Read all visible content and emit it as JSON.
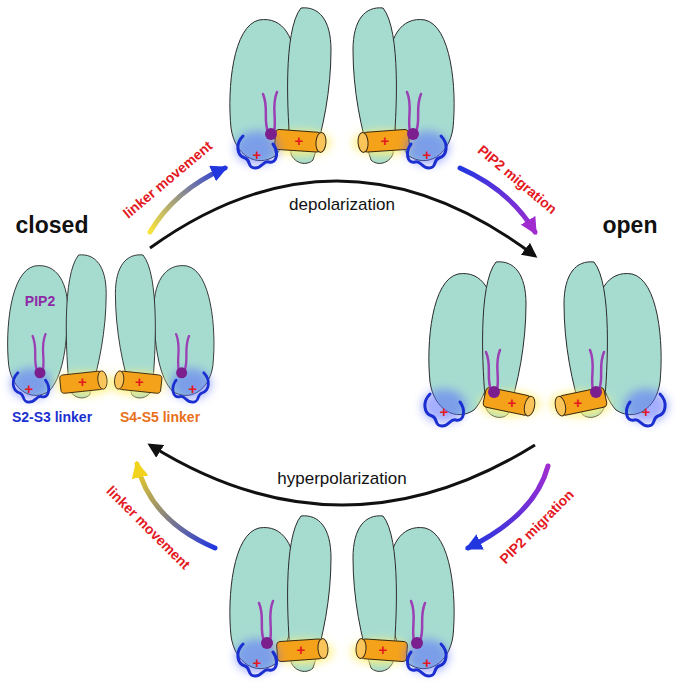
{
  "diagram": {
    "labels": [
      "closed",
      "PIP2",
      "S2-S3 linker",
      "S4-S5 linker",
      "+",
      "+",
      "+",
      "+",
      "linker movement",
      "depolarization",
      "PIP2 migration",
      "+",
      "+",
      "+",
      "+",
      "open",
      "+",
      "+",
      "+",
      "+",
      "PIP2 migration",
      "hyperpolarization",
      "linker movement",
      "+",
      "+",
      "+",
      "+"
    ]
  }
}
